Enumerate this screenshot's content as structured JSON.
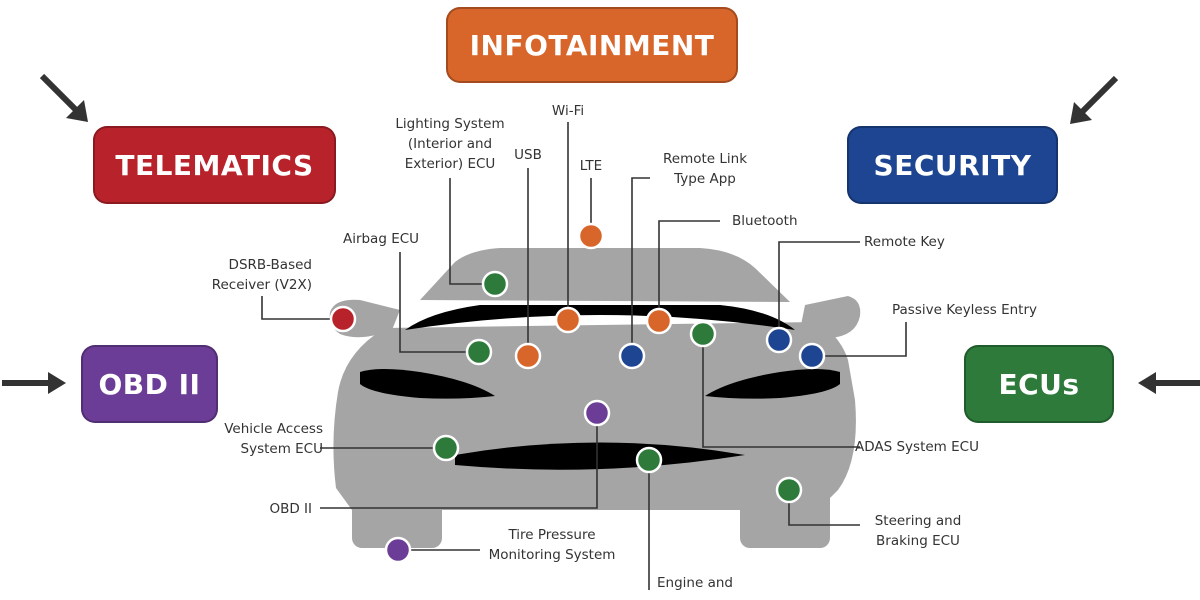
{
  "categories": {
    "infotainment": {
      "label": "INFOTAINMENT",
      "color": "#d8652a"
    },
    "telematics": {
      "label": "TELEMATICS",
      "color": "#b8232b"
    },
    "security": {
      "label": "SECURITY",
      "color": "#1d4591"
    },
    "obd": {
      "label": "OBD II",
      "color": "#6c3d97"
    },
    "ecus": {
      "label": "ECUs",
      "color": "#2d7a3a"
    }
  },
  "components": {
    "lighting": {
      "line1": "Lighting System",
      "line2": "(Interior and",
      "line3": "Exterior) ECU"
    },
    "wifi": "Wi-Fi",
    "usb": "USB",
    "lte": "LTE",
    "remote_link": {
      "line1": "Remote Link",
      "line2": "Type App"
    },
    "bluetooth": "Bluetooth",
    "remote_key": "Remote Key",
    "passive_keyless": "Passive Keyless Entry",
    "airbag": "Airbag ECU",
    "dsrb": {
      "line1": "DSRB-Based",
      "line2": "Receiver (V2X)"
    },
    "vehicle_access": {
      "line1": "Vehicle Access",
      "line2": "System ECU"
    },
    "adas": "ADAS System ECU",
    "obd_port": "OBD II",
    "tire_pressure": {
      "line1": "Tire Pressure",
      "line2": "Monitoring System"
    },
    "steering": {
      "line1": "Steering and",
      "line2": "Braking ECU"
    },
    "engine": {
      "line1": "Engine and"
    }
  },
  "colors": {
    "car": "#a5a5a5",
    "leader_line": "#333333",
    "arrow": "#333333",
    "node_red": "#b8232b",
    "node_orange": "#d8652a",
    "node_green": "#2d7a3a",
    "node_blue": "#1d4591",
    "node_purple": "#6c3d97"
  }
}
